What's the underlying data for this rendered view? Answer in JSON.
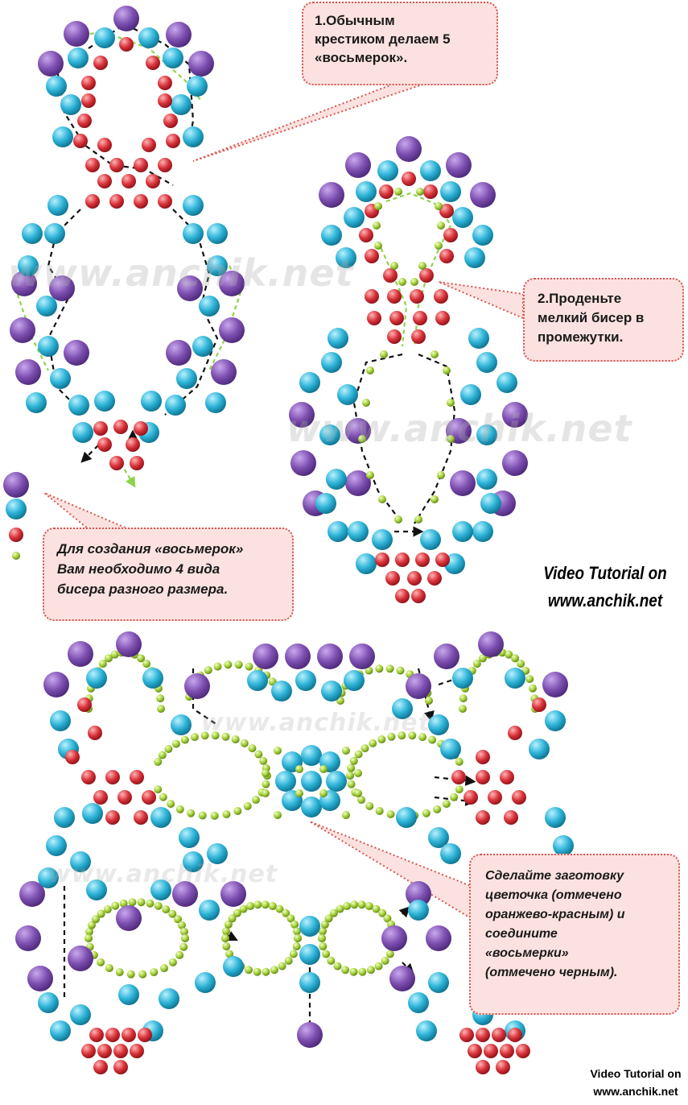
{
  "callouts": {
    "step1": [
      "1.Обычным",
      "крестиком делаем 5",
      "«восьмерок»."
    ],
    "step2": [
      "2.Проденьте",
      "мелкий бисер в",
      "промежутки."
    ],
    "beads_info": [
      "Для создания «восьмерок»",
      "Вам необходимо 4 вида",
      "бисера разного размера."
    ],
    "step3": [
      "Сделайте заготовку",
      "цветочка (отмечено",
      "оранжево-красным) и",
      "соедините",
      "«восьмерки»",
      "(отмечено черным)."
    ]
  },
  "video_tutorial_1": [
    "Video Tutorial on",
    "www.anchik.net"
  ],
  "video_tutorial_2": [
    "Video Tutorial on",
    "www.anchik.net"
  ],
  "watermark": "www.anchik.net",
  "colors": {
    "purple": "#7d4fb0",
    "cyan": "#2cb2d6",
    "red": "#d8323a",
    "green": "#a3cf3a",
    "thread_black": "#111111",
    "thread_green": "#8fd24a",
    "callout_fill": "#fbe2e0",
    "callout_border": "#d9534f"
  },
  "bead_legend": [
    "purple",
    "cyan",
    "red",
    "green"
  ]
}
